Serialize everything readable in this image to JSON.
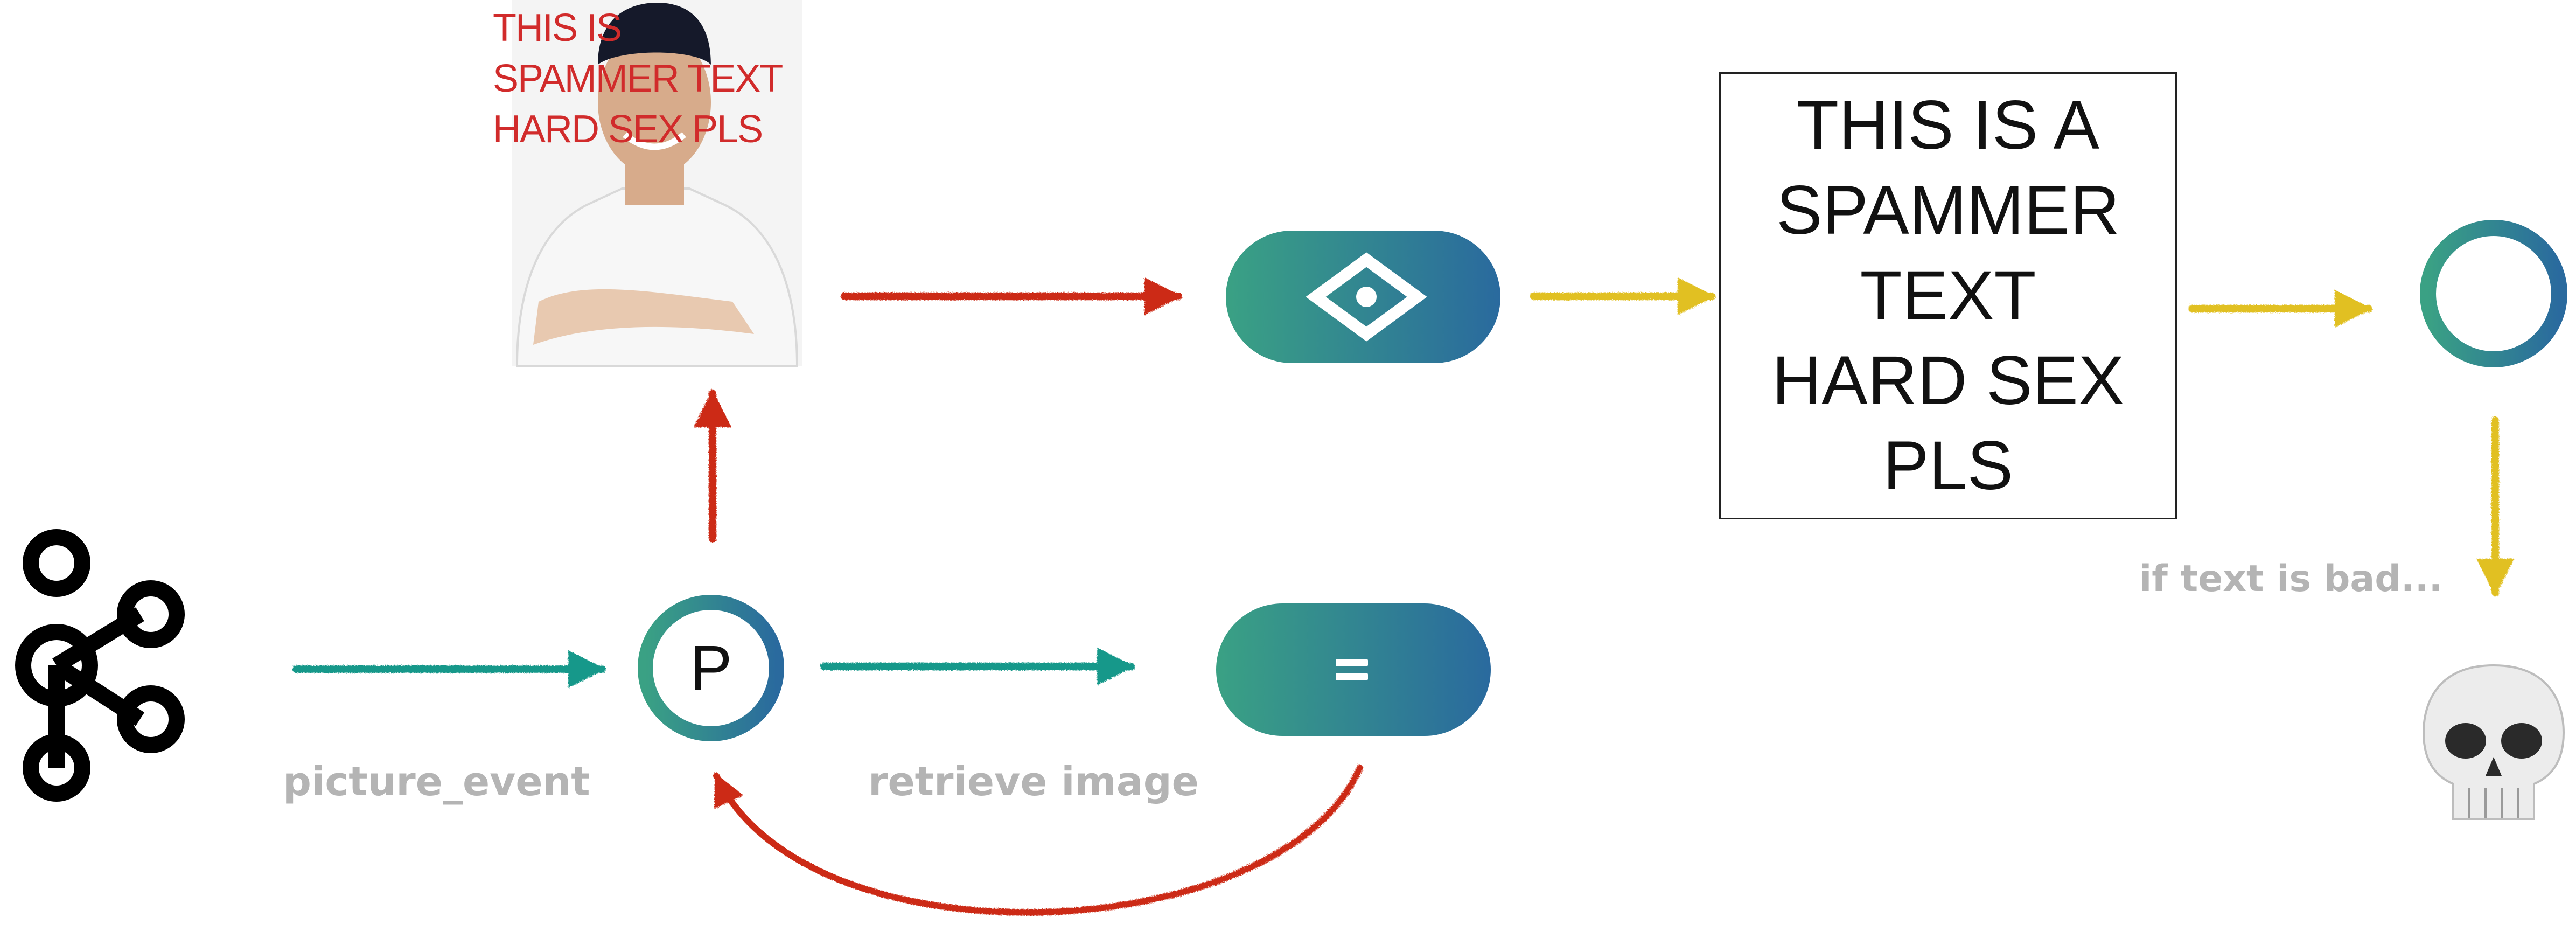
{
  "photo": {
    "overlay_lines": [
      "THIS IS",
      "SPAMMER TEXT",
      "HARD SEX PLS"
    ]
  },
  "extracted_text": {
    "lines": [
      "THIS IS A",
      "SPAMMER",
      "TEXT",
      "HARD SEX",
      "PLS"
    ]
  },
  "processor_node": {
    "letter": "P"
  },
  "labels": {
    "picture_event": "picture_event",
    "retrieve_image": "retrieve image",
    "if_bad": "if text is bad..."
  },
  "colors": {
    "teal_arrow": "#14988a",
    "red_arrow": "#cc2a12",
    "yellow_arrow": "#e1c022",
    "gradient_start": "#3aa184",
    "gradient_end": "#2a6a9e",
    "label_gray": "#b4b4b4"
  },
  "icons": [
    "kafka-logo-icon",
    "vision-eye-icon",
    "equals-icon",
    "result-ring-icon",
    "skull-icon"
  ]
}
